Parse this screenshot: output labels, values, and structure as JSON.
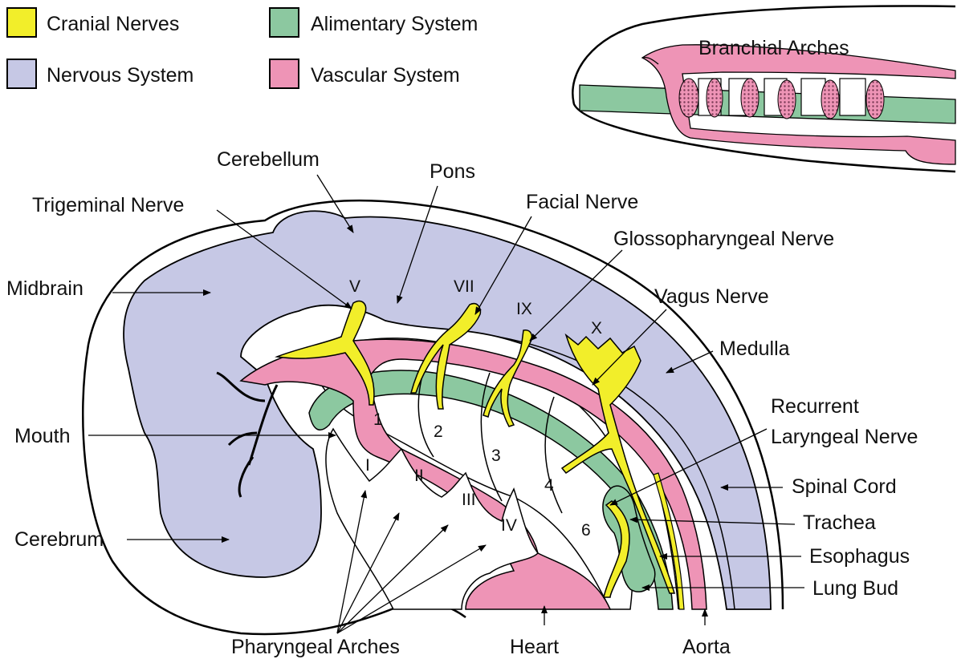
{
  "legend": {
    "cranial": {
      "label": "Cranial Nerves",
      "color": "#f2ee2a"
    },
    "nervous": {
      "label": "Nervous System",
      "color": "#c6c8e5"
    },
    "alimentary": {
      "label": "Alimentary System",
      "color": "#8cc8a0"
    },
    "vascular": {
      "label": "Vascular System",
      "color": "#ee94b6"
    }
  },
  "inset": {
    "title": "Branchial Arches"
  },
  "labels": {
    "cerebellum": "Cerebellum",
    "pons": "Pons",
    "trigeminal": "Trigeminal Nerve",
    "facial": "Facial Nerve",
    "glossopharyngeal": "Glossopharyngeal Nerve",
    "midbrain": "Midbrain",
    "vagus": "Vagus Nerve",
    "medulla": "Medulla",
    "recurrent_1": "Recurrent",
    "recurrent_2": "Laryngeal Nerve",
    "mouth": "Mouth",
    "spinal_cord": "Spinal Cord",
    "trachea": "Trachea",
    "cerebrum": "Cerebrum",
    "esophagus": "Esophagus",
    "lung_bud": "Lung Bud",
    "pharyngeal_arches": "Pharyngeal Arches",
    "heart": "Heart",
    "aorta": "Aorta"
  },
  "nerve_numerals": [
    "V",
    "VII",
    "IX",
    "X"
  ],
  "arch_numerals": [
    "I",
    "II",
    "III",
    "IV"
  ],
  "aortic_arch_numbers": [
    "1",
    "2",
    "3",
    "4",
    "6"
  ]
}
